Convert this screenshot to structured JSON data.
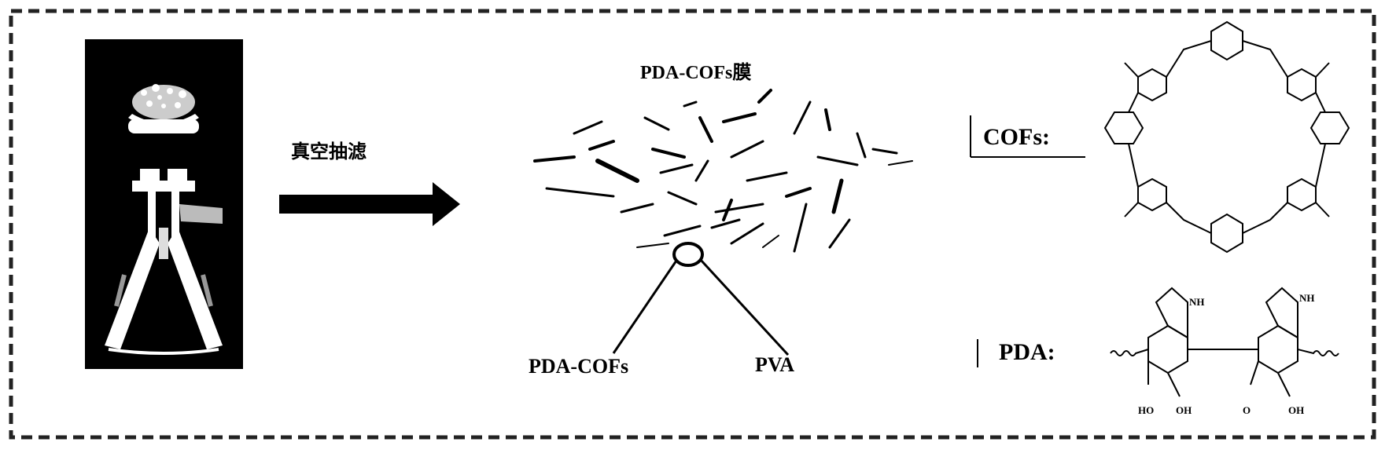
{
  "membrane_title": "PDA-COFs膜",
  "process_label": "真空抽滤",
  "pointer_labels": {
    "pda_cofs": "PDA-COFs",
    "pva": "PVA"
  },
  "structures": {
    "cofs_label": "COFs:",
    "pda_label": "PDA:",
    "pda_atoms": {
      "nh_left": "NH",
      "nh_right": "NH",
      "ho_left": "HO",
      "oh_left": "OH",
      "o_right": "O",
      "oh_right": "OH"
    }
  },
  "colors": {
    "ink": "#000000",
    "background": "#ffffff",
    "frame": "#222222"
  }
}
